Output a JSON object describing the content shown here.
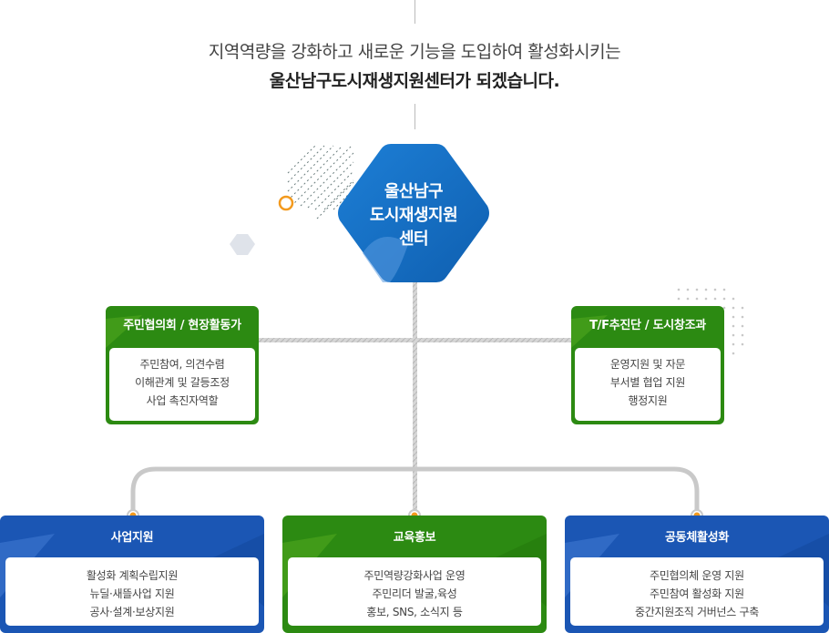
{
  "intro": {
    "line1": "지역역량을 강화하고 새로운 기능을 도입하여 활성화시키는",
    "line2": "울산남구도시재생지원센터가 되겠습니다."
  },
  "center": {
    "lines": [
      "울산남구",
      "도시재생지원",
      "센터"
    ],
    "color": "#1976c8"
  },
  "side_boxes": [
    {
      "title": "주민협의회 / 현장활동가",
      "items": [
        "주민참여, 의견수렴",
        "이해관계 및 갈등조정",
        "사업 촉진자역할"
      ],
      "color": "#2c8a12"
    },
    {
      "title": "T/F추진단 / 도시창조과",
      "items": [
        "운영지원 및 자문",
        "부서별 협업 지원",
        "행정지원"
      ],
      "color": "#2c8a12"
    }
  ],
  "bottom_boxes": [
    {
      "title": "사업지원",
      "items": [
        "활성화 계획수립지원",
        "뉴딜·새뜰사업 지원",
        "공사·설계·보상지원"
      ],
      "color": "#1b56b4"
    },
    {
      "title": "교육홍보",
      "items": [
        "주민역량강화사업 운영",
        "주민리더 발굴,육성",
        "홍보, SNS, 소식지 등"
      ],
      "color": "#2c8a12"
    },
    {
      "title": "공동체활성화",
      "items": [
        "주민협의체 운영 지원",
        "주민참여 활성화 지원",
        "중간지원조직 거버넌스 구축"
      ],
      "color": "#1b56b4"
    }
  ],
  "accent_color": "#f39a1e"
}
